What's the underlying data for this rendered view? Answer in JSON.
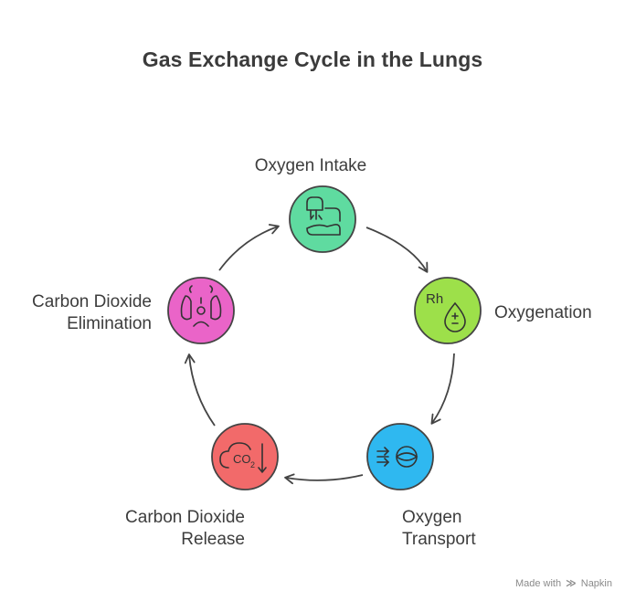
{
  "title": "Gas Exchange Cycle in the Lungs",
  "steps": [
    {
      "line1": "Oxygen Intake",
      "line2": "",
      "icon": "lungs-hand-icon",
      "color": "#5fdba0"
    },
    {
      "line1": "Oxygenation",
      "line2": "",
      "icon": "rh-blood-drop-icon",
      "color": "#9de04a"
    },
    {
      "line1": "Oxygen",
      "line2": "Transport",
      "icon": "flow-eye-icon",
      "color": "#2fb8f0"
    },
    {
      "line1": "Carbon Dioxide",
      "line2": "Release",
      "icon": "co2-icon",
      "color": "#f26a6a"
    },
    {
      "line1": "Carbon Dioxide",
      "line2": "Elimination",
      "icon": "lungs-person-icon",
      "color": "#ea64c8"
    }
  ],
  "icon_texts": {
    "rh": "Rh",
    "co2": "CO",
    "co2_sub": "2"
  },
  "footer": {
    "made_with": "Made with",
    "brand": "Napkin"
  }
}
